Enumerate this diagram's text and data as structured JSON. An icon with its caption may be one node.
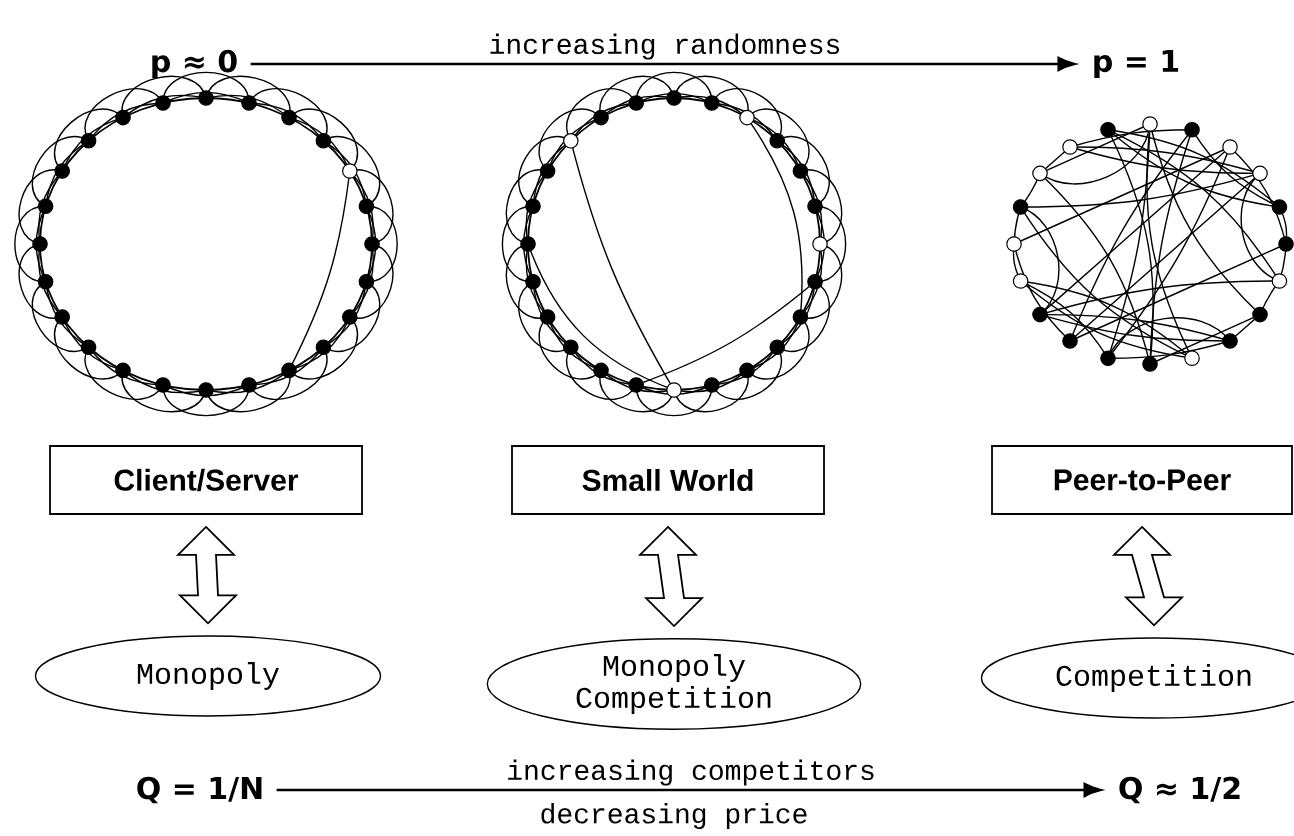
{
  "diagram": {
    "nodes": [
      {
        "text": [
          "p ≈ 0"
        ]
      },
      {
        "text": [
          "p = 1"
        ]
      },
      {
        "text": [
          "Client/Server"
        ]
      },
      {
        "text": [
          "Small World"
        ]
      },
      {
        "text": [
          "Peer-to-Peer"
        ]
      },
      {
        "text": [
          "Monopoly"
        ]
      },
      {
        "text": [
          "Monopoly Competition"
        ]
      },
      {
        "text": [
          "Competition"
        ]
      },
      {
        "text": [
          "Q = 1/N"
        ]
      },
      {
        "text": [
          "Q ≈ 1/2"
        ]
      }
    ],
    "edges": [
      {
        "from": 0,
        "to": 1,
        "arrow": "to",
        "label": "increasing randomness"
      },
      {
        "from": 2,
        "to": 5,
        "arrow": "both"
      },
      {
        "from": 3,
        "to": 6,
        "arrow": "both"
      },
      {
        "from": 4,
        "to": 7,
        "arrow": "both"
      },
      {
        "from": 8,
        "to": 9,
        "arrow": "to",
        "label": "increasing competitors"
      }
    ],
    "labels": [
      "decreasing price"
    ]
  }
}
